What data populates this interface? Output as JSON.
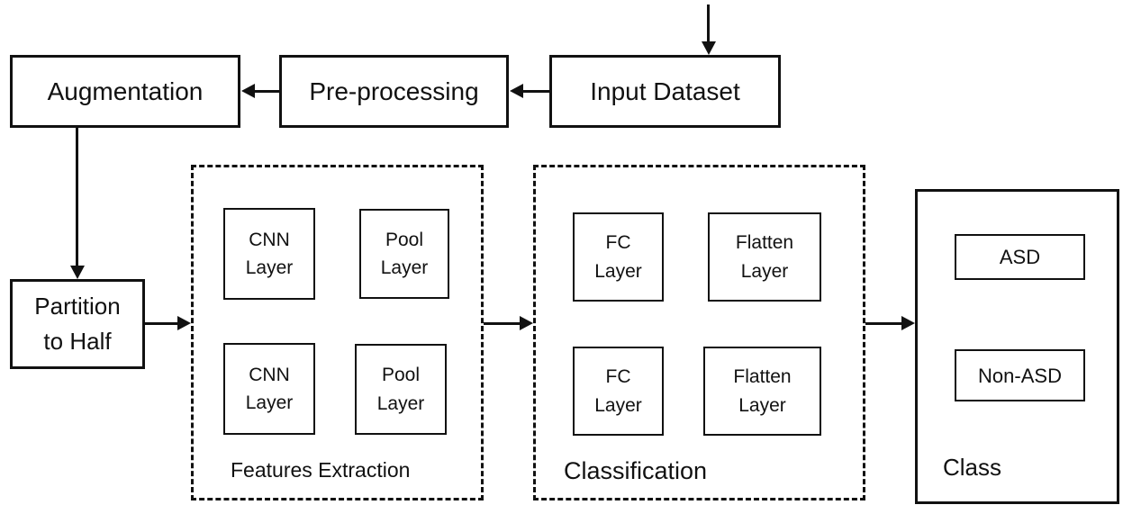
{
  "colors": {
    "ink": "#111111",
    "bg": "#ffffff"
  },
  "nodes": {
    "input_dataset": {
      "label": "Input Dataset"
    },
    "preprocessing": {
      "label": "Pre-processing"
    },
    "augmentation": {
      "label": "Augmentation"
    },
    "partition": {
      "label": "Partition to Half"
    }
  },
  "feature_extraction": {
    "title": "Features Extraction",
    "cells": [
      {
        "label": "CNN Layer"
      },
      {
        "label": "Pool Layer"
      },
      {
        "label": "CNN Layer"
      },
      {
        "label": "Pool Layer"
      }
    ]
  },
  "classification": {
    "title": "Classification",
    "cells": [
      {
        "label": "FC Layer"
      },
      {
        "label": "Flatten Layer"
      },
      {
        "label": "FC Layer"
      },
      {
        "label": "Flatten Layer"
      }
    ]
  },
  "output": {
    "title": "Class",
    "classes": [
      {
        "label": "ASD"
      },
      {
        "label": "Non-ASD"
      }
    ]
  }
}
